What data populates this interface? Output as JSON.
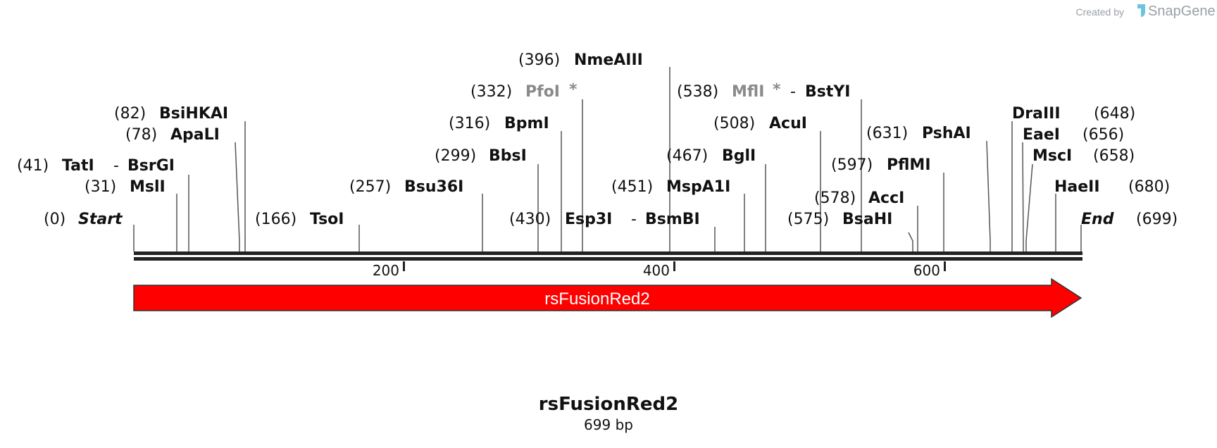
{
  "credit": {
    "prefix": "Created by",
    "brand": "SnapGene"
  },
  "sequence": {
    "name": "rsFusionRed2",
    "length_label": "699 bp",
    "length": 699
  },
  "ruler": {
    "ticks": [
      200,
      400,
      600
    ]
  },
  "feature": {
    "label": "rsFusionRed2",
    "color": "#ff0000",
    "start": 0,
    "end": 699,
    "direction": "forward"
  },
  "sites": [
    {
      "id": "start",
      "pos": 0,
      "pos_label": "(0)",
      "names": [
        "Start"
      ],
      "italic": true
    },
    {
      "id": "msli",
      "pos": 31,
      "pos_label": "(31)",
      "names": [
        "MslI"
      ]
    },
    {
      "id": "tati",
      "pos": 41,
      "pos_label": "(41)",
      "names": [
        "TatI",
        "BsrGI"
      ]
    },
    {
      "id": "apali",
      "pos": 78,
      "pos_label": "(78)",
      "names": [
        "ApaLI"
      ]
    },
    {
      "id": "bsihkai",
      "pos": 82,
      "pos_label": "(82)",
      "names": [
        "BsiHKAI"
      ]
    },
    {
      "id": "tsoi",
      "pos": 166,
      "pos_label": "(166)",
      "names": [
        "TsoI"
      ]
    },
    {
      "id": "bsu36i",
      "pos": 257,
      "pos_label": "(257)",
      "names": [
        "Bsu36I"
      ]
    },
    {
      "id": "bbsi",
      "pos": 299,
      "pos_label": "(299)",
      "names": [
        "BbsI"
      ]
    },
    {
      "id": "bpmi",
      "pos": 316,
      "pos_label": "(316)",
      "names": [
        "BpmI"
      ]
    },
    {
      "id": "pfoi",
      "pos": 332,
      "pos_label": "(332)",
      "names": [
        "PfoI"
      ],
      "dim": true,
      "star": "*"
    },
    {
      "id": "nmeaiii",
      "pos": 396,
      "pos_label": "(396)",
      "names": [
        "NmeAIII"
      ]
    },
    {
      "id": "esp3i",
      "pos": 430,
      "pos_label": "(430)",
      "names": [
        "Esp3I",
        "BsmBI"
      ]
    },
    {
      "id": "mspa1i",
      "pos": 451,
      "pos_label": "(451)",
      "names": [
        "MspA1I"
      ]
    },
    {
      "id": "bgli",
      "pos": 467,
      "pos_label": "(467)",
      "names": [
        "BglI"
      ]
    },
    {
      "id": "acui",
      "pos": 508,
      "pos_label": "(508)",
      "names": [
        "AcuI"
      ]
    },
    {
      "id": "mfli",
      "pos": 538,
      "pos_label": "(538)",
      "names": [
        "MflI",
        "BstYI"
      ],
      "dim_first": true,
      "star": "*"
    },
    {
      "id": "bsahi",
      "pos": 575,
      "pos_label": "(575)",
      "names": [
        "BsaHI"
      ]
    },
    {
      "id": "acci",
      "pos": 578,
      "pos_label": "(578)",
      "names": [
        "AccI"
      ]
    },
    {
      "id": "pflmi",
      "pos": 597,
      "pos_label": "(597)",
      "names": [
        "PflMI"
      ]
    },
    {
      "id": "pshai",
      "pos": 631,
      "pos_label": "(631)",
      "names": [
        "PshAI"
      ]
    },
    {
      "id": "draiii",
      "pos": 648,
      "pos_label": "(648)",
      "names": [
        "DraIII"
      ]
    },
    {
      "id": "eaei",
      "pos": 656,
      "pos_label": "(656)",
      "names": [
        "EaeI"
      ]
    },
    {
      "id": "msci",
      "pos": 658,
      "pos_label": "(658)",
      "names": [
        "MscI"
      ]
    },
    {
      "id": "haeii",
      "pos": 680,
      "pos_label": "(680)",
      "names": [
        "HaeII"
      ]
    },
    {
      "id": "end",
      "pos": 699,
      "pos_label": "(699)",
      "names": [
        "End"
      ],
      "italic": true
    }
  ]
}
